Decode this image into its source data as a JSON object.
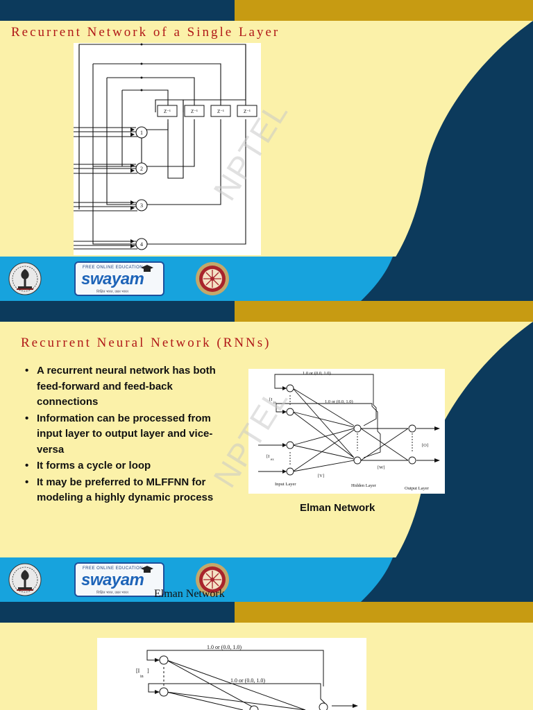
{
  "slide1": {
    "title": "Recurrent Network of a Single Layer",
    "delay_labels": [
      "Z⁻¹",
      "Z⁻¹",
      "Z⁻¹",
      "Z⁻¹"
    ],
    "neuron_labels": [
      "1",
      "2",
      "3",
      "4"
    ],
    "watermark": "NPTEL"
  },
  "slide2": {
    "title": "Recurrent Neural Network (RNNs)",
    "bullets": [
      "A recurrent neural network has both feed-forward and feed-back connections",
      "Information can be processed from input layer to output layer and vice-versa",
      "It forms a cycle or loop",
      "It may be preferred to MLFFNN for modeling a highly dynamic process"
    ],
    "caption": "Elman Network",
    "footer_overlay": "Elman Network",
    "watermark": "NPTEL",
    "diagram": {
      "weight_top": "1.0 or (0.0, 1.0)",
      "weight_mid": "1.0 or (0.0, 1.0)",
      "input_in": "[I",
      "input_in_sub": "in",
      "input_ex": "[I",
      "input_ex_sub": "ex",
      "matrix_v": "[V]",
      "matrix_w": "[W]",
      "output_o": "[O]",
      "layer_input": "Input Layer",
      "layer_hidden": "Hidden Layer",
      "layer_output": "Output Layer"
    }
  },
  "slide3": {
    "diagram": {
      "weight_top": "1.0 or (0.0, 1.0)",
      "weight_mid": "1.0 or (0.0, 1.0)",
      "input_in": "[I",
      "input_in_sub": "in",
      "input_in_close": "]"
    }
  },
  "footer": {
    "swayam_tagline": "FREE ONLINE EDUCATION",
    "swayam_word": "swayam",
    "swayam_sub": "शिक्षित भारत, उन्नत भारत"
  },
  "colors": {
    "slide_bg": "#fbf1a9",
    "navy": "#0c3a5c",
    "gold": "#c79b12",
    "footer_blue": "#17a3dd",
    "title_red": "#b01818"
  }
}
